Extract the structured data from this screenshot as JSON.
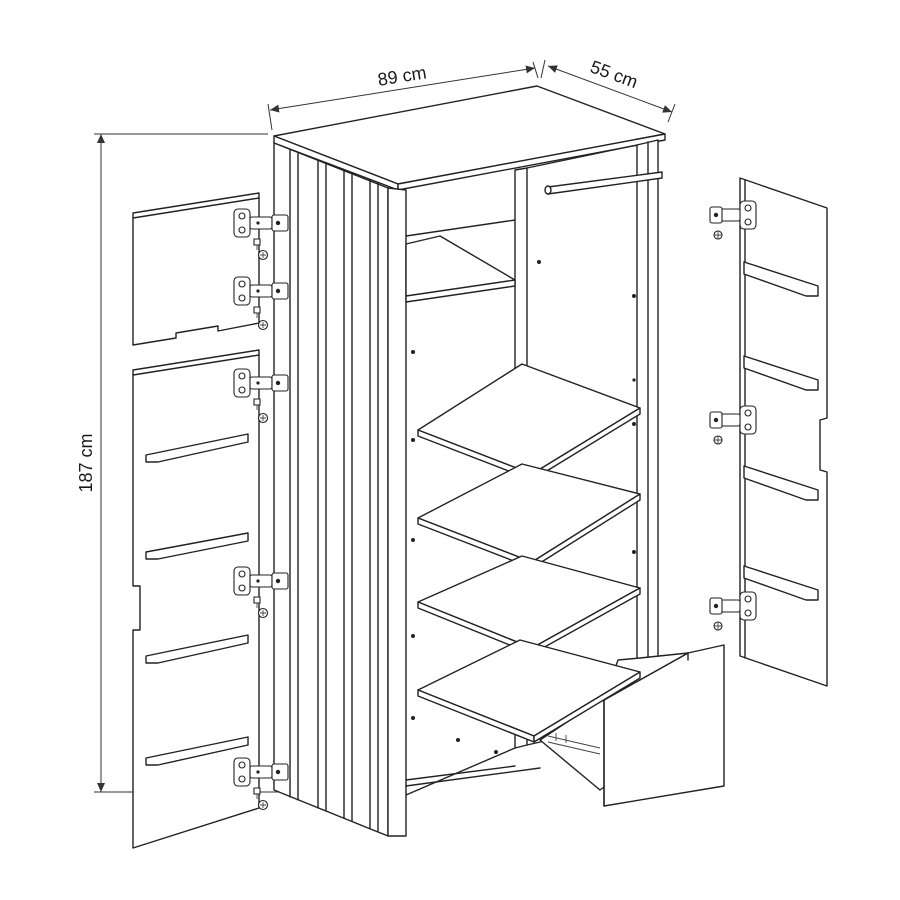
{
  "dimensions": {
    "width": "89 cm",
    "depth": "55 cm",
    "height": "187 cm"
  },
  "colors": {
    "line": "#222222",
    "background": "#ffffff"
  }
}
